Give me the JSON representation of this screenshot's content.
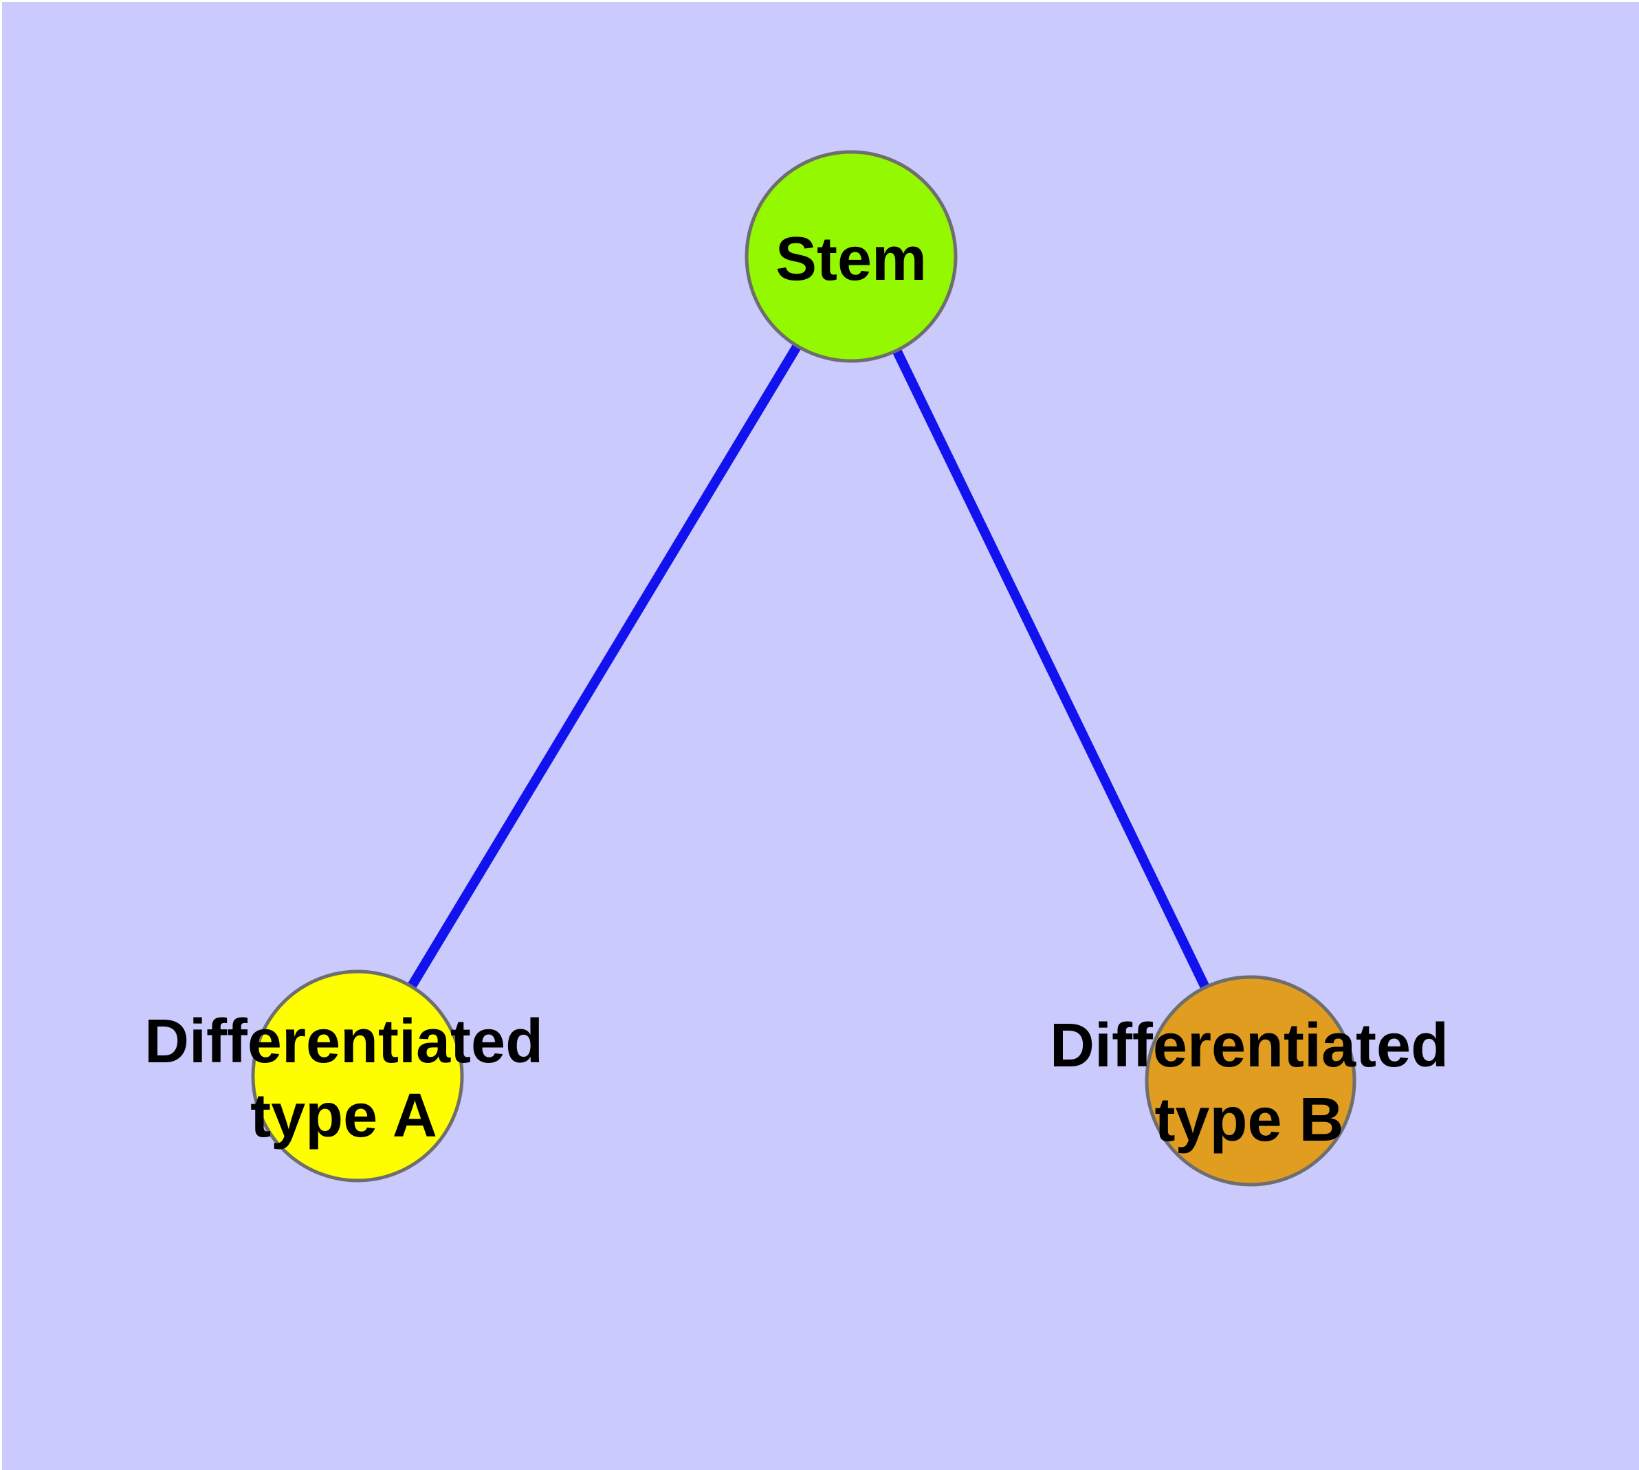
{
  "diagram": {
    "type": "node-link-graph",
    "background_color": "#CACAFC",
    "node_border_color": "#6E6E6E",
    "edge_color": "#1212EE",
    "label_color": "#000000",
    "nodes": [
      {
        "id": "stem",
        "label": "Stem",
        "color": "#94F900"
      },
      {
        "id": "differentiated-type-a",
        "label": "Differentiated\ntype A",
        "color": "#FEFE00"
      },
      {
        "id": "differentiated-type-b",
        "label": "Differentiated\ntype B",
        "color": "#E19D20"
      }
    ],
    "edges": [
      {
        "from": "Stem",
        "to": "Differentiated type A"
      },
      {
        "from": "Stem",
        "to": "Differentiated type B"
      }
    ]
  }
}
